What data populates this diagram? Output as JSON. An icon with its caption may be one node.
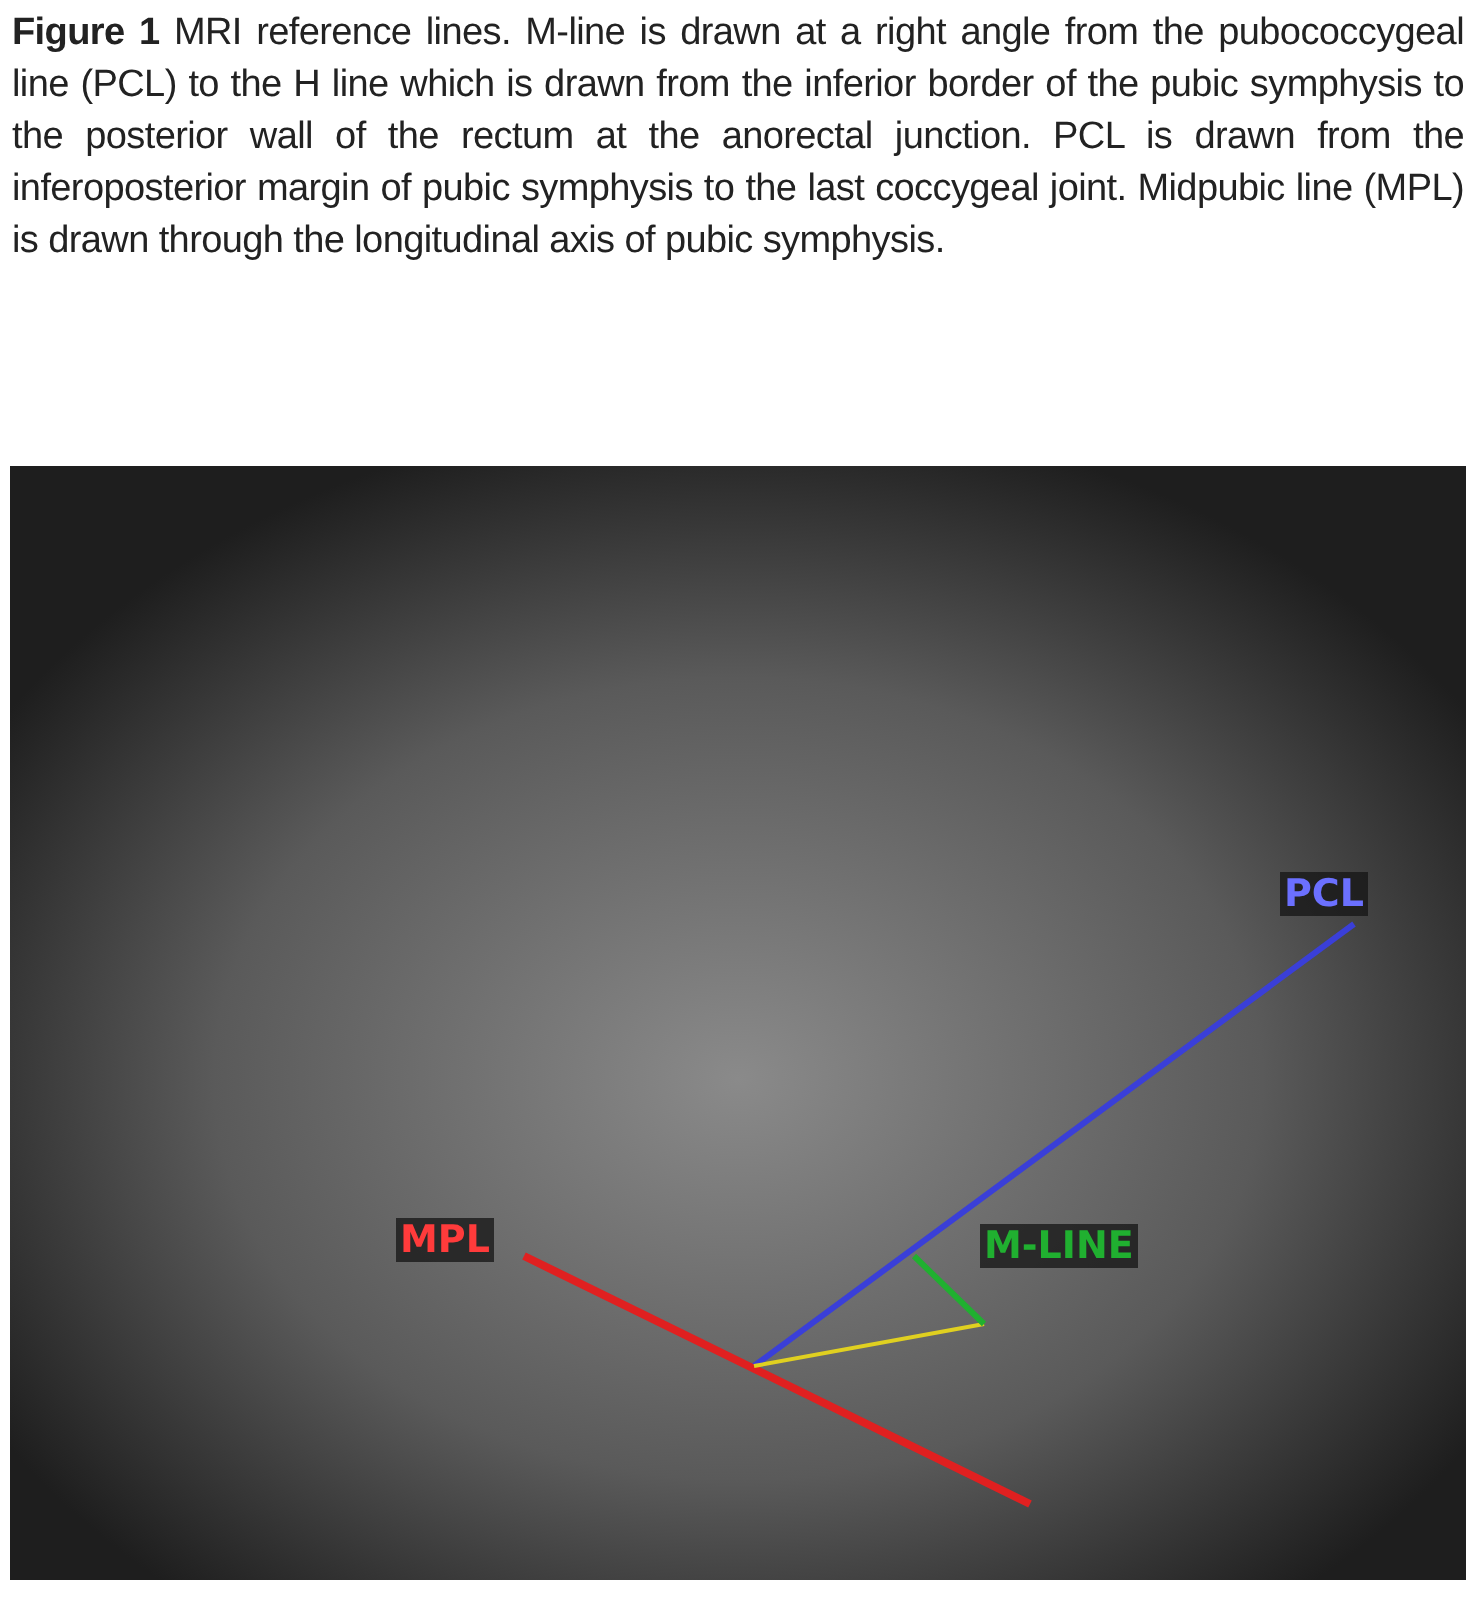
{
  "diagram": {
    "caption": "**Figure 1** MRI reference lines. M-line is drawn at a right angle from the pubococcygeal line (PCL) to the H line which is drawn from the inferior border of the pubic symphysis to the posterior wall of the rectum at the anorectal junction. PCL is drawn from the inferoposterior margin of pubic symphysis to the last coccygeal joint. Midpubic line (MPL) is drawn through the longitudinal axis of pubic symphysis.",
    "labels": [
      "PCL",
      "MPL",
      "M-LINE"
    ]
  }
}
